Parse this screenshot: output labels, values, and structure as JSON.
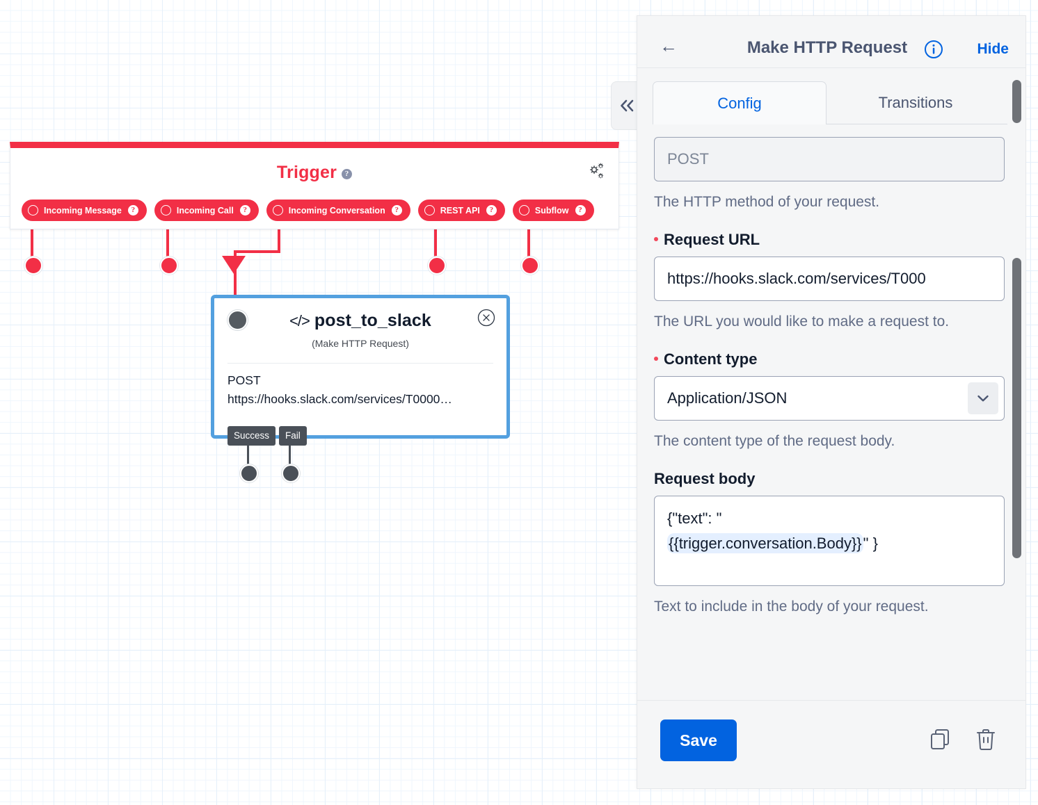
{
  "canvas": {
    "trigger": {
      "title": "Trigger",
      "help_icon": "help-circle-icon",
      "settings_icon": "gears-icon",
      "accent_color": "#f22f46",
      "ports": [
        {
          "label": "Incoming Message"
        },
        {
          "label": "Incoming Call"
        },
        {
          "label": "Incoming Conversation"
        },
        {
          "label": "REST API"
        },
        {
          "label": "Subflow"
        }
      ]
    },
    "node": {
      "icon": "code-icon",
      "icon_glyph": "</>",
      "title": "post_to_slack",
      "subtitle": "(Make HTTP Request)",
      "body_method": "POST",
      "body_url": "https://hooks.slack.com/services/T0000…",
      "close_icon": "close-circle-icon",
      "selected_color": "#53a0df",
      "outputs": [
        {
          "label": "Success"
        },
        {
          "label": "Fail"
        }
      ]
    }
  },
  "collapse_tab": {
    "icon": "chevron-double-left-icon",
    "glyph": "«"
  },
  "panel": {
    "header": {
      "back_icon": "arrow-left-icon",
      "back_glyph": "←",
      "title": "Make HTTP Request",
      "info_icon": "info-circle-icon",
      "hide_label": "Hide",
      "accent_color": "#0263e0"
    },
    "tabs": [
      {
        "label": "Config",
        "active": true
      },
      {
        "label": "Transitions",
        "active": false
      }
    ],
    "fields": {
      "http_method": {
        "value": "POST",
        "hint": "The HTTP method of your request."
      },
      "request_url": {
        "label": "Request URL",
        "required": true,
        "value": "https://hooks.slack.com/services/T000",
        "hint": "The URL you would like to make a request to."
      },
      "content_type": {
        "label": "Content type",
        "required": true,
        "value": "Application/JSON",
        "caret_icon": "chevron-down-icon",
        "hint": "The content type of the request body."
      },
      "request_body": {
        "label": "Request body",
        "required": false,
        "text_prefix": "{\"text\": \"",
        "token": "{{trigger.conversation.Body}}",
        "text_suffix": "\" }",
        "hint": "Text to include in the body of your request."
      }
    },
    "footer": {
      "save_label": "Save",
      "duplicate_icon": "copy-icon",
      "delete_icon": "trash-icon"
    }
  }
}
